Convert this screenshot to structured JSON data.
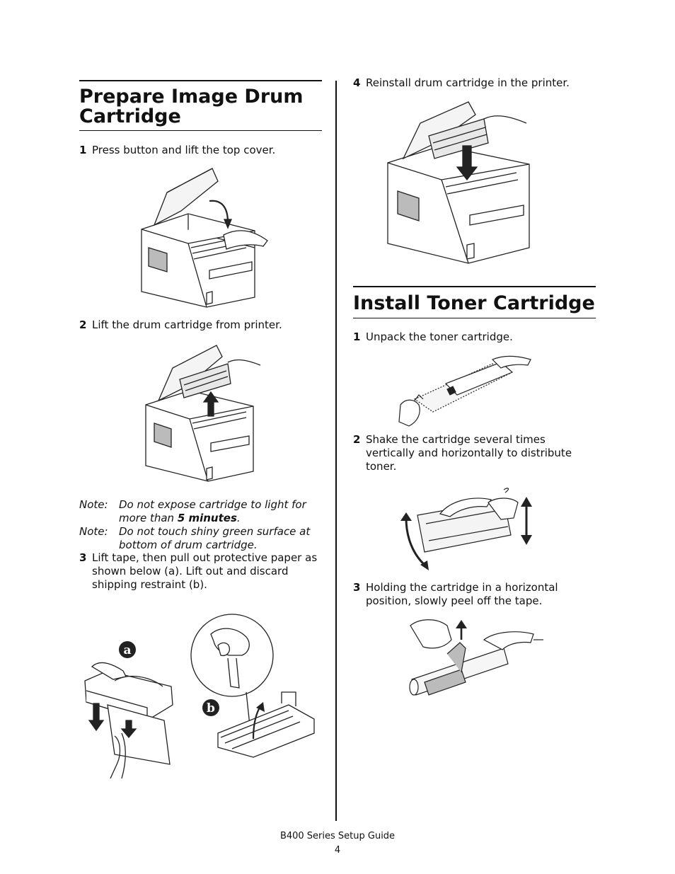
{
  "left": {
    "heading": "Prepare Image Drum Cartridge",
    "steps": [
      {
        "num": "1",
        "text": "Press button and lift the top cover."
      },
      {
        "num": "2",
        "text": "Lift the drum cartridge from printer."
      },
      {
        "num": "3",
        "text": "Lift tape, then pull out protective paper as shown below (a). Lift out and discard shipping restraint (b)."
      }
    ],
    "notes": [
      {
        "label": "Note:",
        "before": "Do not expose cartridge to light for more than ",
        "bold": "5 minutes",
        "after": "."
      },
      {
        "label": "Note:",
        "text": "Do not touch shiny green surface at bottom of drum cartridge."
      }
    ],
    "callouts": {
      "a": "a",
      "b": "b"
    }
  },
  "right": {
    "heading": "Install Toner Cartridge",
    "top_step": {
      "num": "4",
      "text": "Reinstall drum cartridge in the printer."
    },
    "steps": [
      {
        "num": "1",
        "text": "Unpack the toner cartridge."
      },
      {
        "num": "2",
        "text": "Shake the cartridge several times vertically and horizontally to distribute toner."
      },
      {
        "num": "3",
        "text": "Holding the cartridge in a horizontal position, slowly peel off the tape."
      }
    ]
  },
  "footer": {
    "title": "B400 Series Setup Guide",
    "page": "4"
  }
}
